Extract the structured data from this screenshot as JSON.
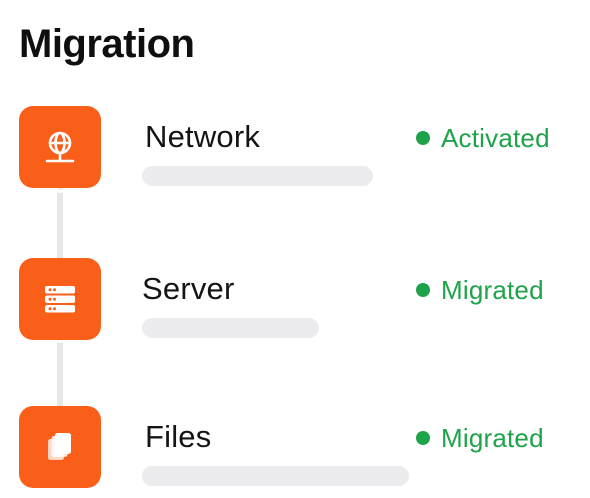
{
  "page": {
    "title": "Migration"
  },
  "theme": {
    "accent": "#fa5f1a",
    "status_color": "#1fa34a",
    "connector_color": "#e6e6e6",
    "placeholder_bar_color": "#ececee"
  },
  "steps": [
    {
      "label": "Network",
      "icon": "globe-network-icon",
      "status": "Activated"
    },
    {
      "label": "Server",
      "icon": "server-stack-icon",
      "status": "Migrated"
    },
    {
      "label": "Files",
      "icon": "files-icon",
      "status": "Migrated"
    }
  ]
}
